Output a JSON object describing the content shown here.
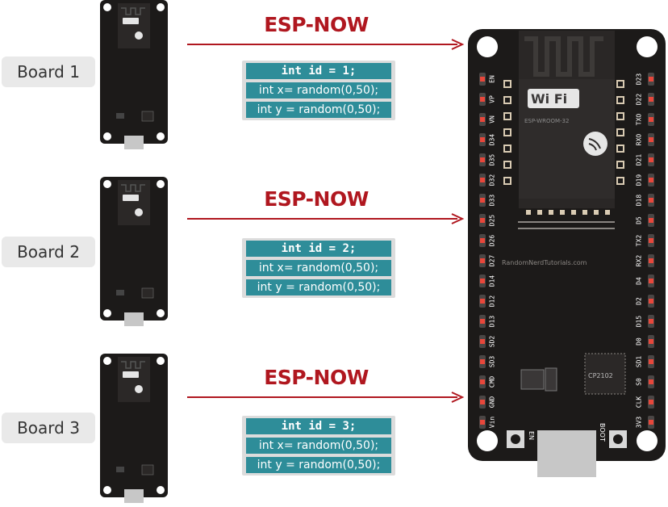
{
  "protocol_label": "ESP-NOW",
  "colors": {
    "arrow": "#b0171f",
    "code_bg": "#2e8d99",
    "board_bg": "#1c1a19",
    "pin_accent": "#e8473b"
  },
  "boards": [
    {
      "label": "Board 1",
      "code": [
        "int id = 1;",
        "int x= random(0,50);",
        "int y = random(0,50);"
      ]
    },
    {
      "label": "Board 2",
      "code": [
        "int id = 2;",
        "int x= random(0,50);",
        "int y = random(0,50);"
      ]
    },
    {
      "label": "Board 3",
      "code": [
        "int id = 3;",
        "int x= random(0,50);",
        "int y = random(0,50);"
      ]
    }
  ],
  "receiver": {
    "module": "ESP-WROOM-32",
    "wifi_logo": "Wi Fi",
    "brand": "RandomNerdTutorials.com",
    "chip": "CP2102",
    "button_en": "EN",
    "button_boot": "BOOT",
    "left_pins": [
      "EN",
      "VP",
      "VN",
      "D34",
      "D35",
      "D32",
      "D33",
      "D25",
      "D26",
      "D27",
      "D14",
      "D12",
      "D13",
      "SD2",
      "SD3",
      "CMD",
      "GND",
      "Vin"
    ],
    "right_pins": [
      "D23",
      "D22",
      "TXO",
      "RXO",
      "D21",
      "D19",
      "D18",
      "D5",
      "TX2",
      "RX2",
      "D4",
      "D2",
      "D15",
      "D0",
      "SD1",
      "S0",
      "CLK",
      "3V3"
    ]
  }
}
